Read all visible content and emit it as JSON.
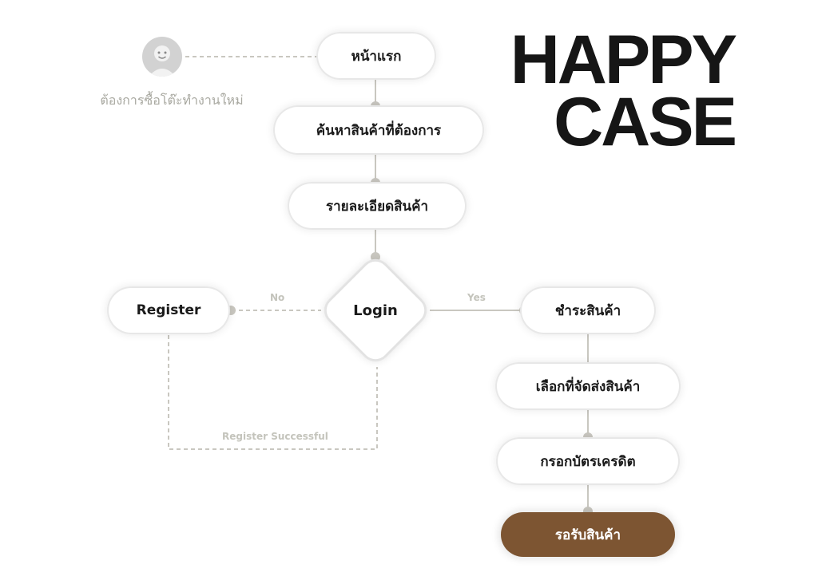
{
  "title": {
    "line1": "HAPPY",
    "line2": "CASE"
  },
  "persona": {
    "caption": "ต้องการซื้อโต๊ะทำงานใหม่",
    "icon": "user-avatar-icon"
  },
  "nodes": {
    "home": "หน้าแรก",
    "search": "ค้นหาสินค้าที่ต้องการ",
    "details": "รายละเอียดสินค้า",
    "login": "Login",
    "register": "Register",
    "pay": "ชำระสินค้า",
    "shipping": "เลือกที่จัดส่งสินค้า",
    "credit_card": "กรอกบัตรเครดิต",
    "await": "รอรับสินค้า"
  },
  "edges": {
    "no": "No",
    "yes": "Yes",
    "register_successful": "Register Successful"
  },
  "colors": {
    "final_fill": "#7d5532",
    "connector": "#c9c7c0",
    "caption_text": "#a8a8a0"
  }
}
